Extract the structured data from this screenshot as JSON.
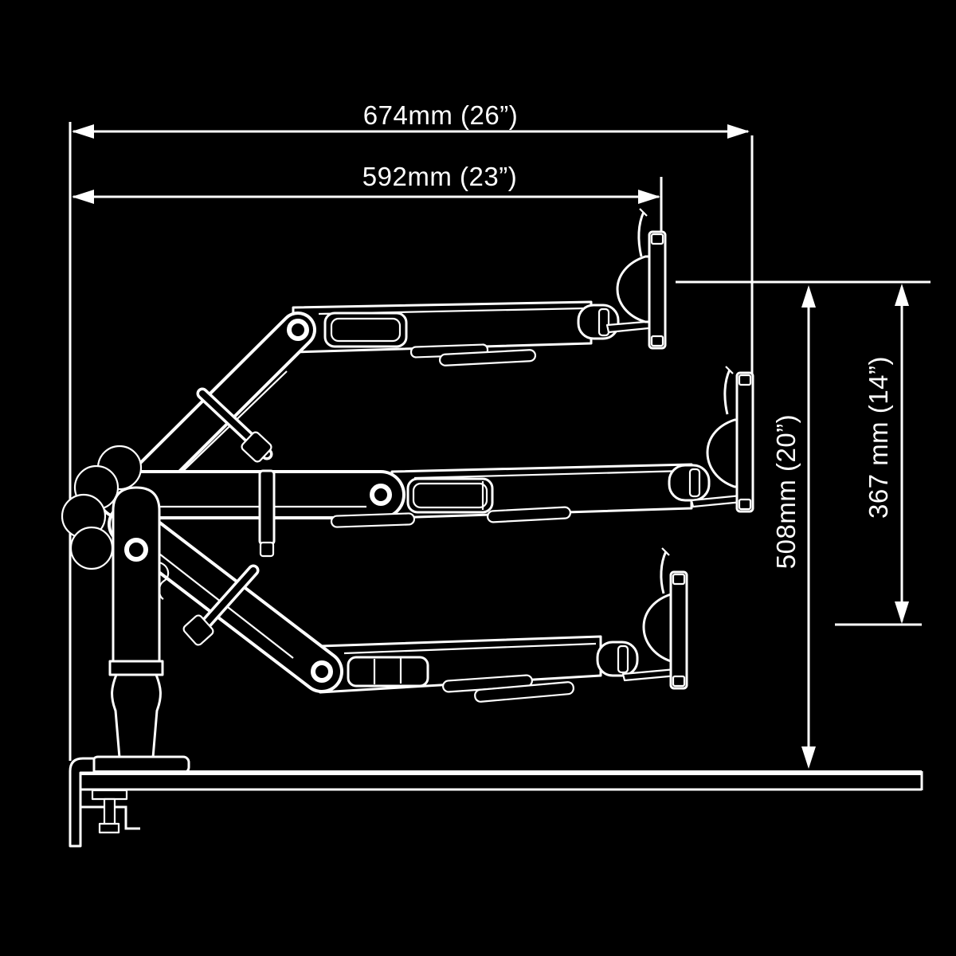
{
  "meta": {
    "background_color": "#000000",
    "line_color": "#ffffff",
    "style": "white technical line art on black"
  },
  "diagram": {
    "subject": "Desk-clamp monitor arm, side elevation, shown in top / middle / bottom positions",
    "views": [
      "raised position",
      "horizontal position",
      "lowered position"
    ],
    "parts": [
      "desk clamp",
      "riser post",
      "lower link",
      "forearm",
      "cable clips",
      "tilt head",
      "VESA plate",
      "desk surface"
    ]
  },
  "dimensions": {
    "max_reach": {
      "label": "674mm (26”)",
      "mm": 674,
      "inches": 26,
      "orientation": "horizontal"
    },
    "arm_reach": {
      "label": "592mm (23”)",
      "mm": 592,
      "inches": 23,
      "orientation": "horizontal"
    },
    "max_height": {
      "label": "508mm (20”)",
      "mm": 508,
      "inches": 20,
      "orientation": "vertical"
    },
    "height_adjustment": {
      "label": "367 mm (14”)",
      "mm": 367,
      "inches": 14,
      "orientation": "vertical"
    }
  }
}
